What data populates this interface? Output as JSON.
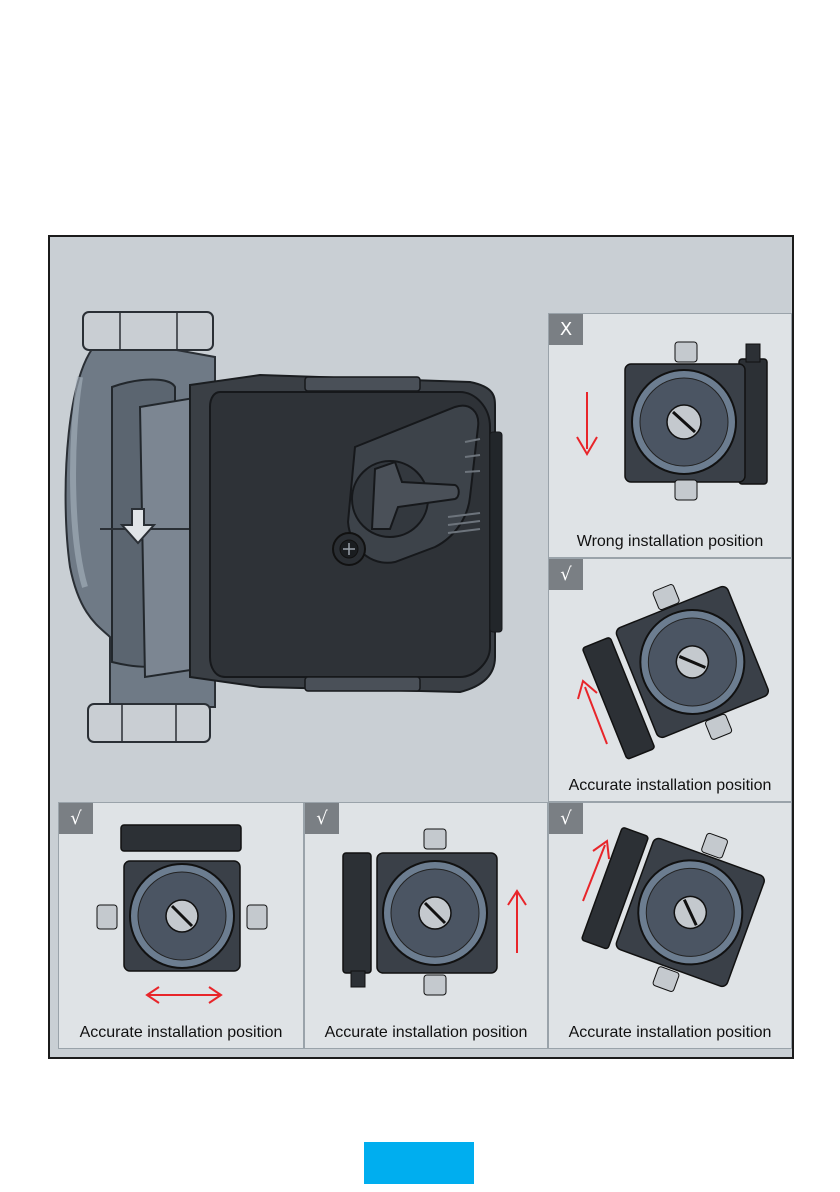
{
  "panels": [
    {
      "badge": "X",
      "caption": "Wrong installation position",
      "arrow_direction": "down",
      "pump_orientation": "box-right"
    },
    {
      "badge": "√",
      "caption": "Accurate installation position",
      "arrow_direction": "up-left-diagonal",
      "pump_orientation": "box-left-tilted"
    },
    {
      "badge": "√",
      "caption": "Accurate installation position",
      "arrow_direction": "horizontal-both",
      "pump_orientation": "box-top"
    },
    {
      "badge": "√",
      "caption": "Accurate installation position",
      "arrow_direction": "up",
      "pump_orientation": "box-left"
    },
    {
      "badge": "√",
      "caption": "Accurate installation position",
      "arrow_direction": "up-right-diagonal",
      "pump_orientation": "box-left-tilted-right"
    }
  ],
  "hero": {
    "icon": "circulation-pump-side-view"
  },
  "colors": {
    "arrow": "#e8252a",
    "page_tab": "#00aeef",
    "panel_bg": "#dfe3e6",
    "frame_bg": "#c9cfd4"
  }
}
